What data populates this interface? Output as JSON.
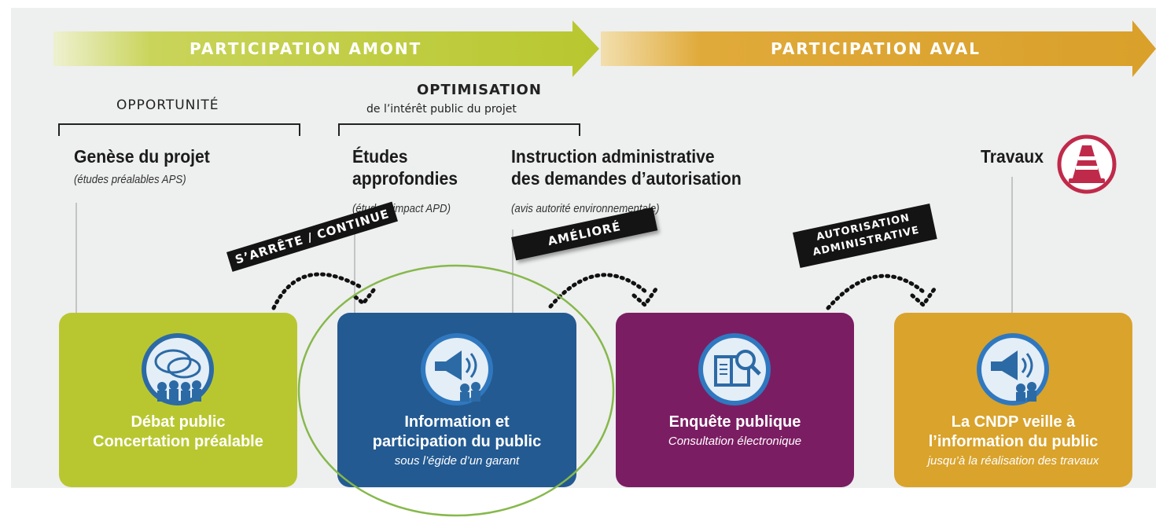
{
  "arrows": {
    "amont": "PARTICIPATION AMONT",
    "aval": "PARTICIPATION AVAL"
  },
  "sections": {
    "opportunite": "OPPORTUNITÉ",
    "optimisation_title": "OPTIMISATION",
    "optimisation_sub": "de l’intérêt public du projet"
  },
  "phases": {
    "genese_title": "Genèse du projet",
    "genese_sub": "(études préalables APS)",
    "etudes_title_1": "Études",
    "etudes_title_2": "approfondies",
    "etudes_sub": "(étude d’impact APD)",
    "instruction_title_1": "Instruction administrative",
    "instruction_title_2": "des demandes d’autorisation",
    "instruction_sub": "(avis autorité environnementale)",
    "travaux_title": "Travaux"
  },
  "transitions": {
    "t1": "S’ARRÊTE / CONTINUE",
    "t2": "AMÉLIORÉ",
    "t3_line1": "AUTORISATION",
    "t3_line2": "ADMINISTRATIVE"
  },
  "boxes": {
    "b1_line1": "Débat public",
    "b1_line2": "Concertation préalable",
    "b2_line1": "Information et",
    "b2_line2": "participation du public",
    "b2_sub": "sous l’égide d’un garant",
    "b3_line1": "Enquête publique",
    "b3_sub": "Consultation électronique",
    "b4_line1": "La CNDP veille à",
    "b4_line2": "l’information du public",
    "b4_sub": "jusqu’à la réalisation des travaux"
  },
  "colors": {
    "green": "#b9c931",
    "blue": "#235a92",
    "purple": "#7b1d63",
    "gold": "#d9a32c",
    "cone": "#c02a4a",
    "highlight_ring": "#86b84b"
  },
  "icons": [
    "speech-bubbles-icon",
    "megaphone-icon",
    "document-search-icon",
    "traffic-cone-icon"
  ]
}
